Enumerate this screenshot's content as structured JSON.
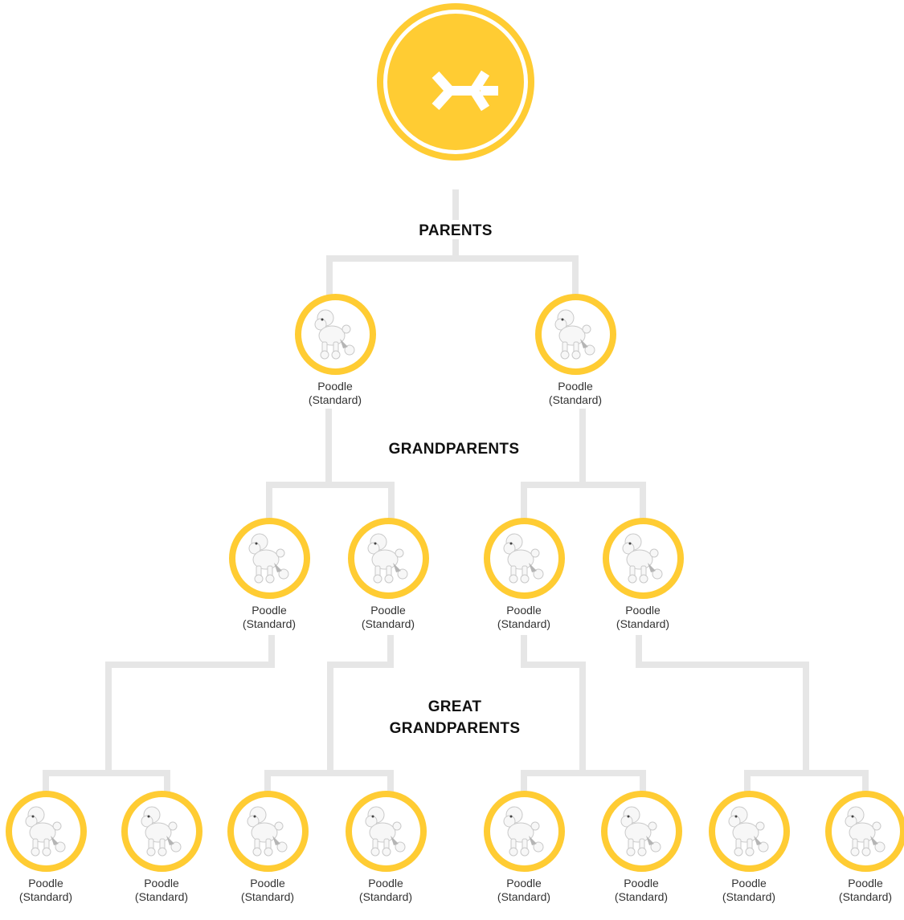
{
  "labels": {
    "parents": "PARENTS",
    "grandparents": "GRANDPARENTS",
    "great_grandparents_line1": "GREAT",
    "great_grandparents_line2": "GRANDPARENTS"
  },
  "root": {
    "icon": "brand-logo-icon"
  },
  "colors": {
    "accent": "#ffcc33",
    "connector": "#e6e6e6",
    "text": "#333333"
  },
  "parents": [
    {
      "name": "Poodle",
      "variety": "(Standard)",
      "icon": "poodle-icon"
    },
    {
      "name": "Poodle",
      "variety": "(Standard)",
      "icon": "poodle-icon"
    }
  ],
  "grandparents": [
    {
      "name": "Poodle",
      "variety": "(Standard)",
      "icon": "poodle-icon"
    },
    {
      "name": "Poodle",
      "variety": "(Standard)",
      "icon": "poodle-icon"
    },
    {
      "name": "Poodle",
      "variety": "(Standard)",
      "icon": "poodle-icon"
    },
    {
      "name": "Poodle",
      "variety": "(Standard)",
      "icon": "poodle-icon"
    }
  ],
  "great_grandparents": [
    {
      "name": "Poodle",
      "variety": "(Standard)",
      "icon": "poodle-icon"
    },
    {
      "name": "Poodle",
      "variety": "(Standard)",
      "icon": "poodle-icon"
    },
    {
      "name": "Poodle",
      "variety": "(Standard)",
      "icon": "poodle-icon"
    },
    {
      "name": "Poodle",
      "variety": "(Standard)",
      "icon": "poodle-icon"
    },
    {
      "name": "Poodle",
      "variety": "(Standard)",
      "icon": "poodle-icon"
    },
    {
      "name": "Poodle",
      "variety": "(Standard)",
      "icon": "poodle-icon"
    },
    {
      "name": "Poodle",
      "variety": "(Standard)",
      "icon": "poodle-icon"
    },
    {
      "name": "Poodle",
      "variety": "(Standard)",
      "icon": "poodle-icon"
    }
  ]
}
